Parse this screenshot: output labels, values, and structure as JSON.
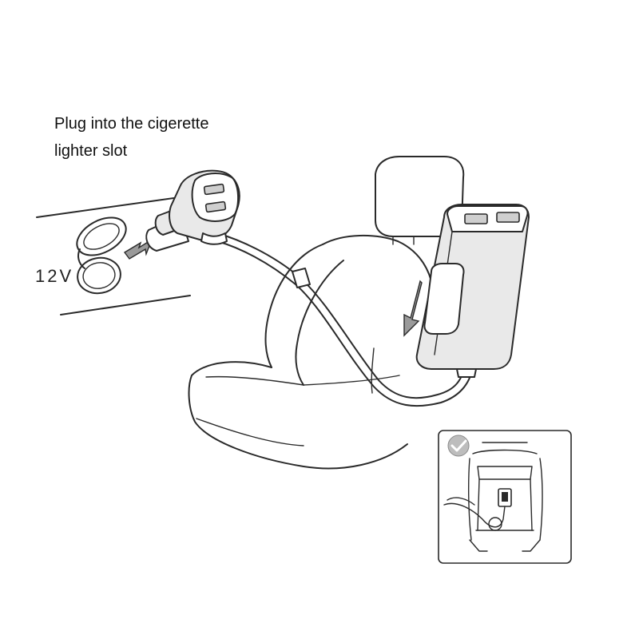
{
  "instruction": {
    "line1": "Plug into the cigerette",
    "line2": "lighter slot"
  },
  "socket_label": "12V",
  "inset": {
    "status_icon": "checkmark-badge-icon"
  },
  "colors": {
    "line": "#2a2a2a",
    "charger_fill": "#e9e9e9",
    "arrow_fill": "#9a9a9a",
    "background": "#ffffff"
  }
}
